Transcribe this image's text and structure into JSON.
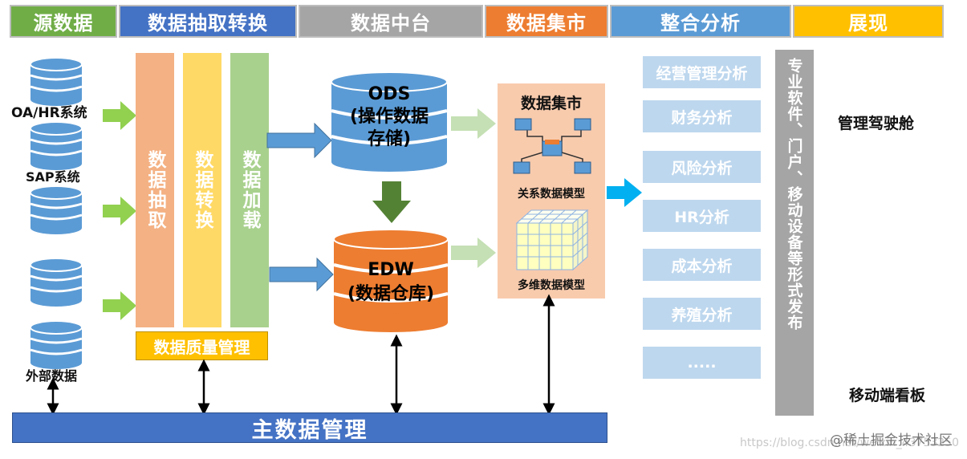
{
  "header": {
    "source": "源数据",
    "etl": "数据抽取转换",
    "platform": "数据中台",
    "mart": "数据集市",
    "analysis": "整合分析",
    "display": "展现"
  },
  "sources": {
    "oa_hr": "OA/HR系统",
    "sap": "SAP系统",
    "external": "外部数据"
  },
  "etl": {
    "extract": "数据抽取",
    "transform": "数据转换",
    "load": "数据加载",
    "quality": "数据质量管理"
  },
  "platform": {
    "ods_line1": "ODS",
    "ods_line2": "(操作数据",
    "ods_line3": "存储)",
    "edw_line1": "EDW",
    "edw_line2": "(数据仓库)"
  },
  "mart": {
    "title": "数据集市",
    "relational": "关系数据模型",
    "multidim": "多维数据模型"
  },
  "analysis": {
    "items": [
      "经营管理分析",
      "财务分析",
      "风险分析",
      "HR分析",
      "成本分析",
      "养殖分析",
      "....."
    ]
  },
  "publish": {
    "text": "专业软件、门户、移动设备等形式发布"
  },
  "display": {
    "cockpit": "管理驾驶舱",
    "mobile": "移动端看板"
  },
  "master_data": "主数据管理",
  "watermark": "@稀土掘金技术社区",
  "url_watermark": "https://blog.csdn.net/weixin_43753250",
  "colors": {
    "green": "#70ad47",
    "blue": "#4472c4",
    "gray": "#a5a5a5",
    "orange": "#ed7d31",
    "lightblue": "#5b9bd5",
    "yellow": "#ffc000",
    "salmon": "#f4b183",
    "paleyellow": "#ffd966",
    "palegreen": "#a9d18e",
    "arrowgreen": "#92d050",
    "arrowblue": "#00b0f0",
    "analysisbox": "#bdd7ee"
  }
}
